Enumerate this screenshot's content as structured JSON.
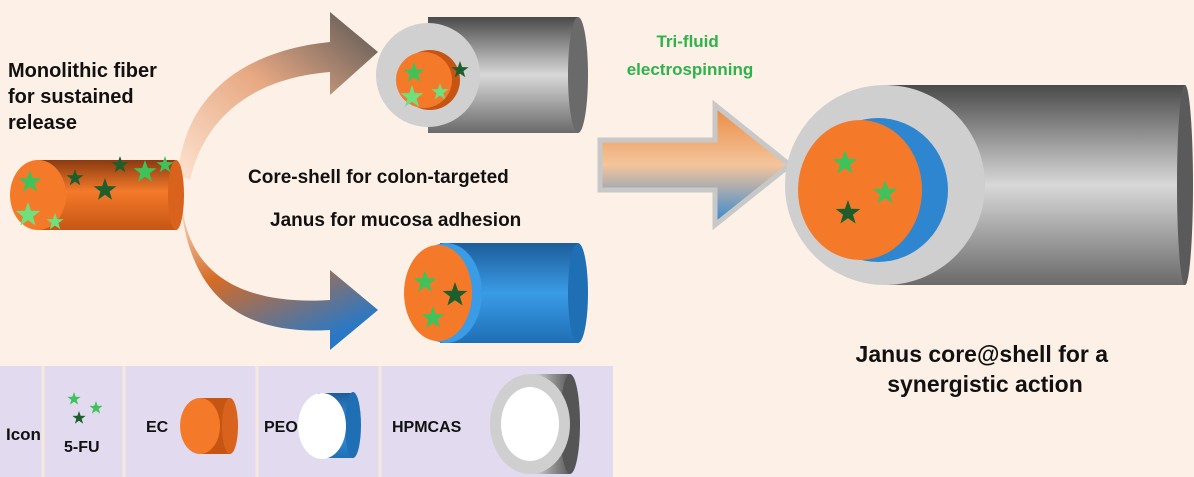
{
  "labels": {
    "monolithic": [
      "Monolithic fiber",
      "for sustained",
      "release"
    ],
    "core_shell": "Core-shell for colon-targeted",
    "janus": "Janus for mucosa adhesion",
    "process": [
      "Tri-fluid",
      "electrospinning"
    ],
    "result": [
      "Janus core@shell for a",
      "synergistic action"
    ]
  },
  "legend": {
    "title": "Icon",
    "items": [
      {
        "label": "5-FU",
        "icon": "stars-icon"
      },
      {
        "label": "EC",
        "icon": "orange-cylinder-icon"
      },
      {
        "label": "PEO",
        "icon": "blue-cylinder-icon"
      },
      {
        "label": "HPMCAS",
        "icon": "gray-tube-icon"
      }
    ]
  },
  "colors": {
    "background": "#fdf0e6",
    "ec_orange": "#f47a2a",
    "peo_blue": "#2f86d0",
    "hpmcas_gray": "#cfcfcf",
    "drug_light_green": "#3fc25a",
    "drug_dark_green": "#1d5e2c",
    "process_text": "#2db34a",
    "legend_bg": "#e2dbef"
  }
}
